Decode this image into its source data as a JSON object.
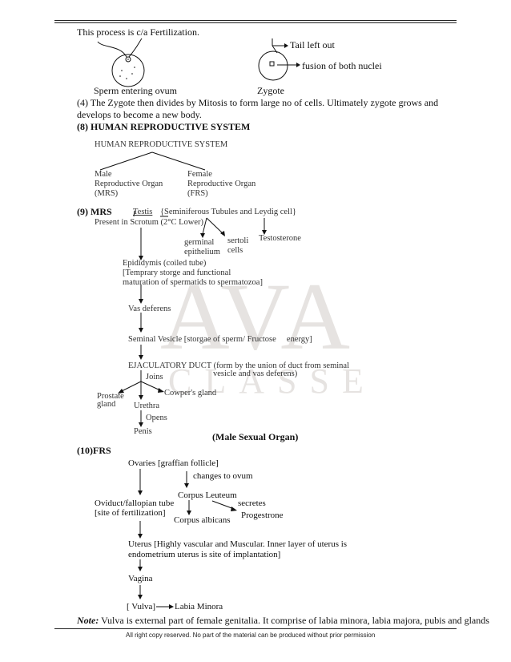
{
  "intro": "This process is c/a Fertilization.",
  "fig": {
    "tail_label": "Tail left out",
    "nuclei_label": "fusion of both nuclei",
    "sperm_caption": "Sperm entering ovum",
    "zygote_caption": "Zygote"
  },
  "para4": "(4) The Zygote then divides by Mitosis to form large no of cells. Ultimately zygote grows and develops to become a new body.",
  "section8": {
    "heading": "(8)  HUMAN REPRODUCTIVE SYSTEM",
    "root": "HUMAN REPRODUCTIVE SYSTEM",
    "male": [
      "Male",
      "Reproductive Organ",
      "(MRS)"
    ],
    "female": [
      "Female",
      "Reproductive Organ",
      "(FRS)"
    ]
  },
  "section9": {
    "heading": "(9)  MRS",
    "testis": "Testis",
    "testis_desc": "{Seminiferous Tubules and Leydig cell}",
    "scrotum": "Present in Scrotum (2°C Lower)",
    "germinal": [
      "germinal",
      "epithelium"
    ],
    "sertoli": [
      "sertoli",
      "cells"
    ],
    "testosterone": "Testosterone",
    "epididymis": [
      "Epididymis (coiled tube)",
      "[Temprary storge and functional",
      "maturation of spermatids to spermatozoa]"
    ],
    "vas": "Vas deferens",
    "seminal": "Seminal Vesicle [storgae of sperm/ Fructose     energy]",
    "ejac": "EJACULATORY DUCT (form by the union of duct from seminal",
    "ejac2": "vesicle and vas deferens)",
    "joins": "Joins",
    "cowper": "Cowper's gland",
    "prostate": [
      "Prostate",
      "gland"
    ],
    "urethra": "Urethra",
    "opens": "Opens",
    "penis": "Penis",
    "male_organ": "(Male Sexual Organ)"
  },
  "section10": {
    "heading": "(10)FRS",
    "ovaries": "Ovaries [graffian follicle]",
    "changes": "changes to ovum",
    "corpus_luteum": "Corpus Leuteum",
    "oviduct": [
      "Oviduct/fallopian tube",
      "[site of fertilization]"
    ],
    "secretes": "secretes",
    "progestrone": "Progestrone",
    "corpus_albicans": "Corpus albicans",
    "uterus": [
      "Uterus [Highly vascular and Muscular. Inner layer of uterus is",
      "endometrium uterus is site of implantation]"
    ],
    "vagina": "Vagina",
    "vulva": "[ Vulva]",
    "labia": "Labia Minora"
  },
  "note_label": "Note:",
  "note_text": " Vulva is external part of female genitalia. It comprise of labia minora, labia majora, pubis and glands",
  "watermark": {
    "top": "AVA",
    "bottom": "CLASSES"
  },
  "footer": "All right copy reserved. No part of the material can be produced without prior permission"
}
